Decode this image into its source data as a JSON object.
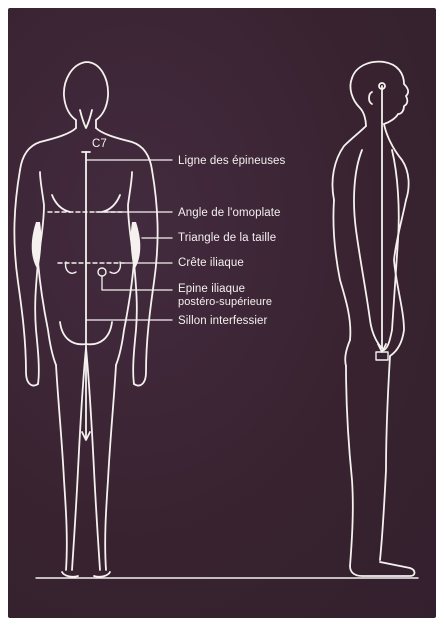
{
  "labels": {
    "c7": "C7",
    "ligne_epineuses": "Ligne des épineuses",
    "angle_omoplate": "Angle de l'omoplate",
    "triangle_taille": "Triangle de la taille",
    "crete_iliaque": "Crête iliaque",
    "epine_line1": "Epine iliaque",
    "epine_line2": "postéro-supérieure",
    "sillon": "Sillon interfessier"
  },
  "colors": {
    "background": "#3a2536",
    "line": "#f4f1ef",
    "page": "#ffffff"
  }
}
